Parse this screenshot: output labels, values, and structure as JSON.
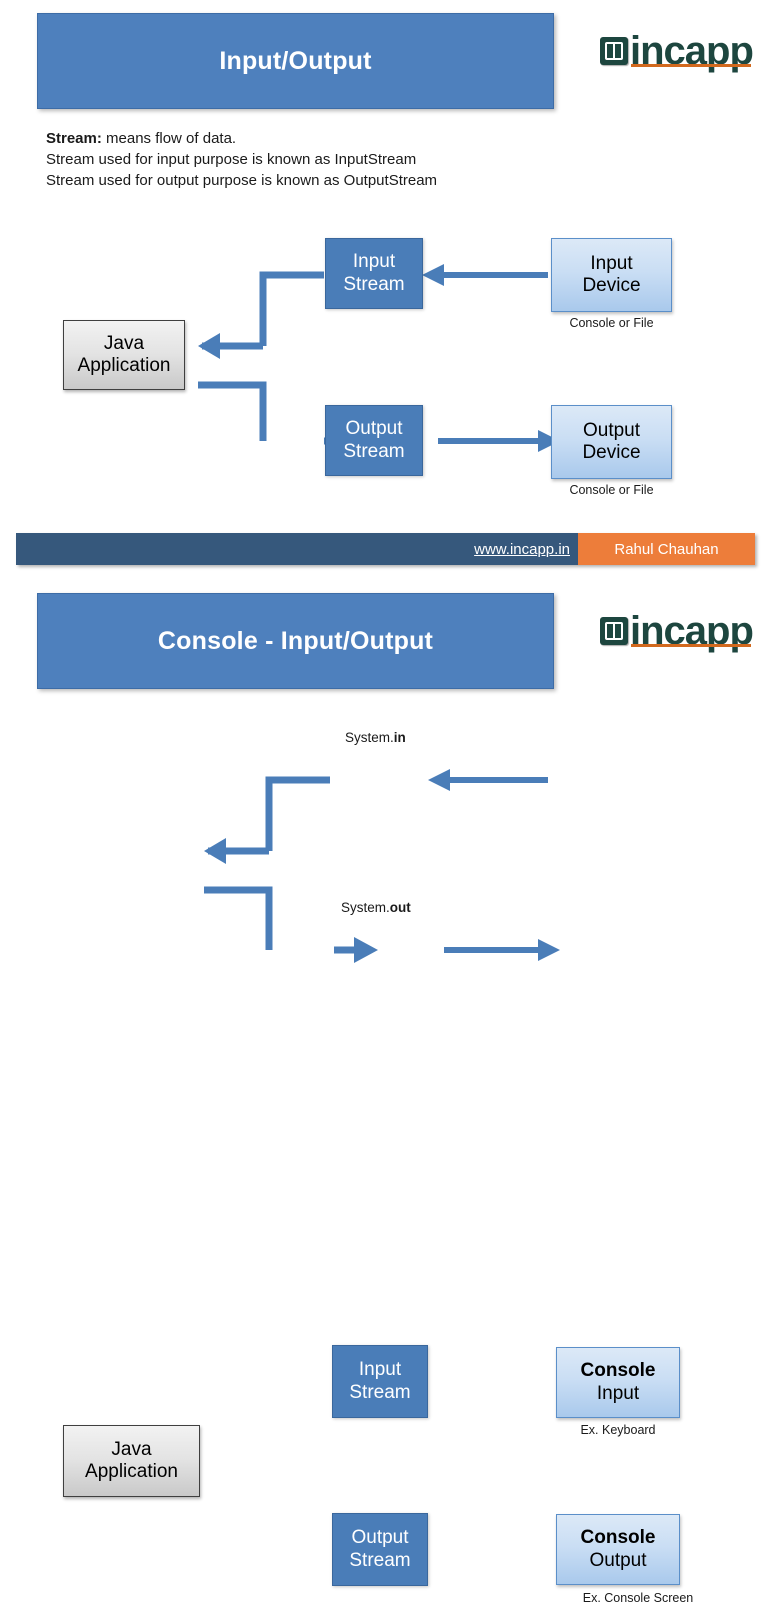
{
  "slide1": {
    "title": "Input/Output",
    "logo": {
      "word": "incapp",
      "mark": "book-in-icon"
    },
    "body": {
      "line1_bold": "Stream:",
      "line1_rest": " means flow of data.",
      "line2": "Stream used for input purpose is known as InputStream",
      "line3": "Stream used for output purpose is known as OutputStream"
    },
    "diagram": {
      "app_box": {
        "line1": "Java",
        "line2": "Application"
      },
      "input_stream": {
        "line1": "Input",
        "line2": "Stream"
      },
      "output_stream": {
        "line1": "Output",
        "line2": "Stream"
      },
      "input_device": {
        "line1": "Input",
        "line2": "Device"
      },
      "output_device": {
        "line1": "Output",
        "line2": "Device"
      },
      "input_caption": "Console or File",
      "output_caption": "Console or File"
    }
  },
  "footer": {
    "url": "www.incapp.in",
    "author": "Rahul Chauhan",
    "bar_color": "#36587c",
    "accent_color": "#ed7d3a"
  },
  "slide2": {
    "title": "Console - Input/Output",
    "logo": {
      "word": "incapp",
      "mark": "book-in-icon"
    },
    "diagram": {
      "app_box": {
        "line1": "Java",
        "line2": "Application"
      },
      "input_stream": {
        "line1": "Input",
        "line2": "Stream"
      },
      "output_stream": {
        "line1": "Output",
        "line2": "Stream"
      },
      "console_input": {
        "line1": "Console",
        "line2": "Input"
      },
      "console_output": {
        "line1": "Console",
        "line2": "Output"
      },
      "system_in_prefix": "System.",
      "system_in_member": "in",
      "system_out_prefix": "System.",
      "system_out_member": "out",
      "input_caption": "Ex. Keyboard",
      "output_caption": "Ex. Console Screen"
    }
  },
  "theme": {
    "title_bg": "#4e80bd",
    "stream_box": "#4a7db8",
    "device_box": "#cadef4",
    "app_box": "#e3e3e3",
    "connector": "#4a7db8",
    "logo_green": "#1d463f",
    "logo_orange": "#d2691e"
  }
}
